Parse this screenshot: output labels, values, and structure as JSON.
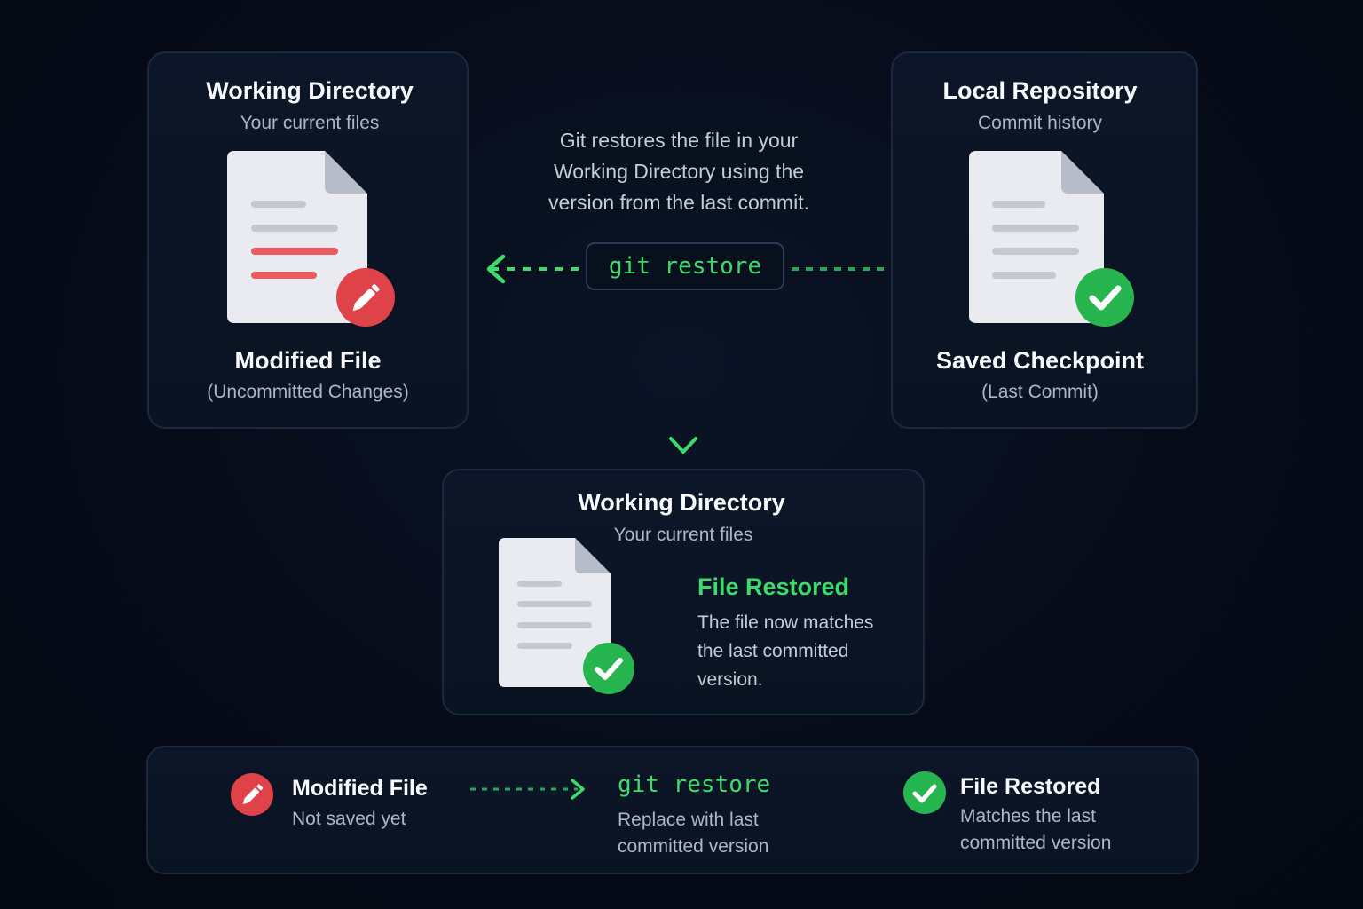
{
  "working_dir": {
    "title": "Working Directory",
    "subtitle": "Your current files",
    "file_label": "Modified File",
    "file_sublabel": "(Uncommitted Changes)",
    "badge_icon": "pencil-icon"
  },
  "local_repo": {
    "title": "Local Repository",
    "subtitle": "Commit history",
    "file_label": "Saved Checkpoint",
    "file_sublabel": "(Last Commit)",
    "badge_icon": "check-icon"
  },
  "explanation": {
    "line1": "Git restores the file in your",
    "line2": "Working Directory using the",
    "line3": "version from the last commit."
  },
  "command": "git restore",
  "result": {
    "title": "Working Directory",
    "subtitle": "Your current files",
    "status_title": "File Restored",
    "status_line1": "The file now matches",
    "status_line2": "the last committed",
    "status_line3": "version."
  },
  "legend": {
    "modified": {
      "title": "Modified File",
      "desc": "Not saved yet"
    },
    "restore": {
      "title": "git restore",
      "desc_line1": "Replace with last",
      "desc_line2": "committed version"
    },
    "restored": {
      "title": "File Restored",
      "desc_line1": "Matches the last",
      "desc_line2": "committed version"
    }
  },
  "colors": {
    "accent_green": "#3ddc6a",
    "badge_red": "#e0424a",
    "badge_green": "#27b54f",
    "background": "#060b18"
  }
}
